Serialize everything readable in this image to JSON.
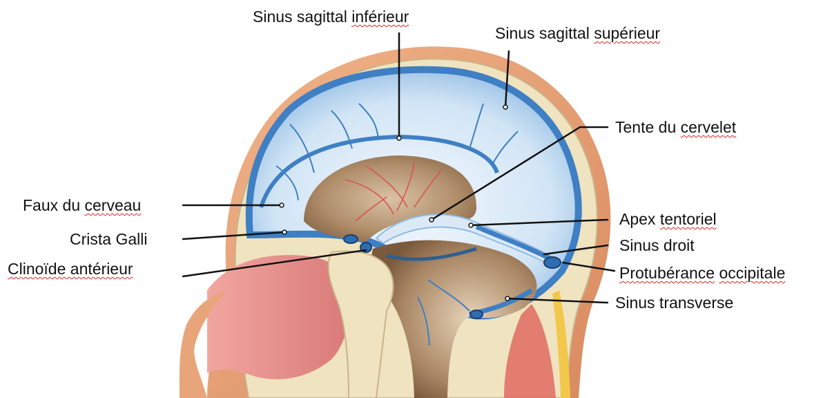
{
  "labels": {
    "sinus_sagittal_inferieur": {
      "word1": "Sinus sagittal",
      "word2": "inférieur"
    },
    "sinus_sagittal_superieur": {
      "word1": "Sinus sagittal",
      "word2": "supérieur"
    },
    "tente_du_cervelet": {
      "word1": "Tente du",
      "word2": "cervelet"
    },
    "faux_du_cerveau": {
      "word1": "Faux du",
      "word2": "cerveau"
    },
    "crista_galli": {
      "text": "Crista Galli"
    },
    "clinoide_anterieur": {
      "text": "Clinoïde antérieur"
    },
    "apex_tentoriel": {
      "word1": "Apex",
      "word2": "tentoriel"
    },
    "sinus_droit": {
      "text": "Sinus droit"
    },
    "protuberance_occipitale": {
      "word1": "Protubérance",
      "word2": "occipitale"
    },
    "sinus_transverse": {
      "text": "Sinus transverse"
    }
  },
  "colors": {
    "scalp": "#e8a57a",
    "bone": "#efe3c0",
    "dura_blue": "#3f7fc4",
    "dura_light": "#d6e7f6",
    "brain_brown": "#9c7a58",
    "nasal_pink": "#e88c8c",
    "artery_red": "#d9534f",
    "leader_line": "#111111"
  }
}
